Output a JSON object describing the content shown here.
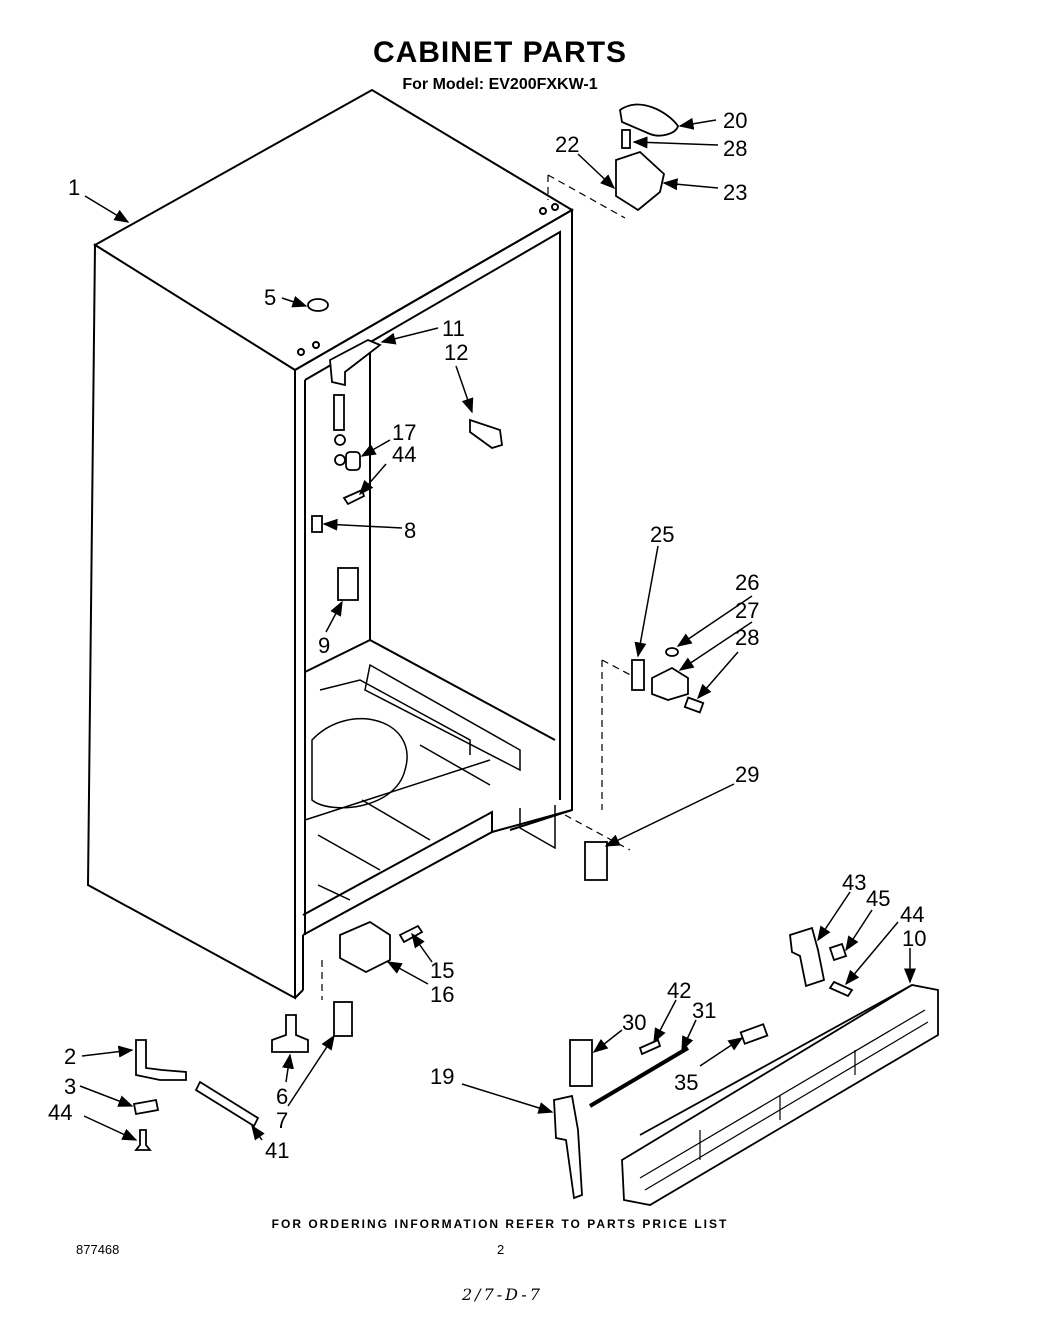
{
  "header": {
    "title": "CABINET PARTS",
    "model": "For Model: EV200FXKW-1"
  },
  "footer": {
    "ordering_note": "FOR ORDERING INFORMATION REFER TO PARTS PRICE LIST",
    "doc_number": "877468",
    "page_number": "2",
    "handwritten_note": "2/7-D-7"
  },
  "callouts": {
    "c1": "1",
    "c2": "2",
    "c3": "3",
    "c5": "5",
    "c6": "6",
    "c7": "7",
    "c8": "8",
    "c9": "9",
    "c10": "10",
    "c11": "11",
    "c12": "12",
    "c15": "15",
    "c16": "16",
    "c17": "17",
    "c19": "19",
    "c20": "20",
    "c22": "22",
    "c23": "23",
    "c25": "25",
    "c26": "26",
    "c27": "27",
    "c28a": "28",
    "c28b": "28",
    "c29": "29",
    "c30": "30",
    "c31": "31",
    "c35": "35",
    "c41": "41",
    "c42": "42",
    "c43": "43",
    "c44a": "44",
    "c44b": "44",
    "c44c": "44",
    "c45": "45"
  }
}
